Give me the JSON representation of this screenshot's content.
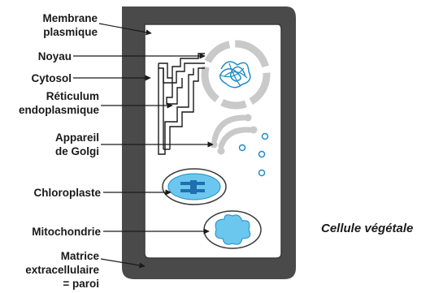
{
  "labels": {
    "membrane_line1": "Membrane",
    "membrane_line2": "plasmique",
    "noyau": "Noyau",
    "cytosol": "Cytosol",
    "reticulum_line1": "Réticulum",
    "reticulum_line2": "endoplasmique",
    "golgi_line1": "Appareil",
    "golgi_line2": "de Golgi",
    "chloroplaste": "Chloroplaste",
    "mitochondrie": "Mitochondrie",
    "matrice_line1": "Matrice",
    "matrice_line2": "extracellulaire",
    "matrice_line3": "= paroi"
  },
  "caption": "Cellule végétale",
  "colors": {
    "wall": "#4a4a4a",
    "cytoplasm": "#ffffff",
    "organelle_blue": "#6cc7ee",
    "organelle_blue_dark": "#1f8cc8",
    "nucleus_gray": "#c9c9c9",
    "text": "#1a1a1a"
  }
}
